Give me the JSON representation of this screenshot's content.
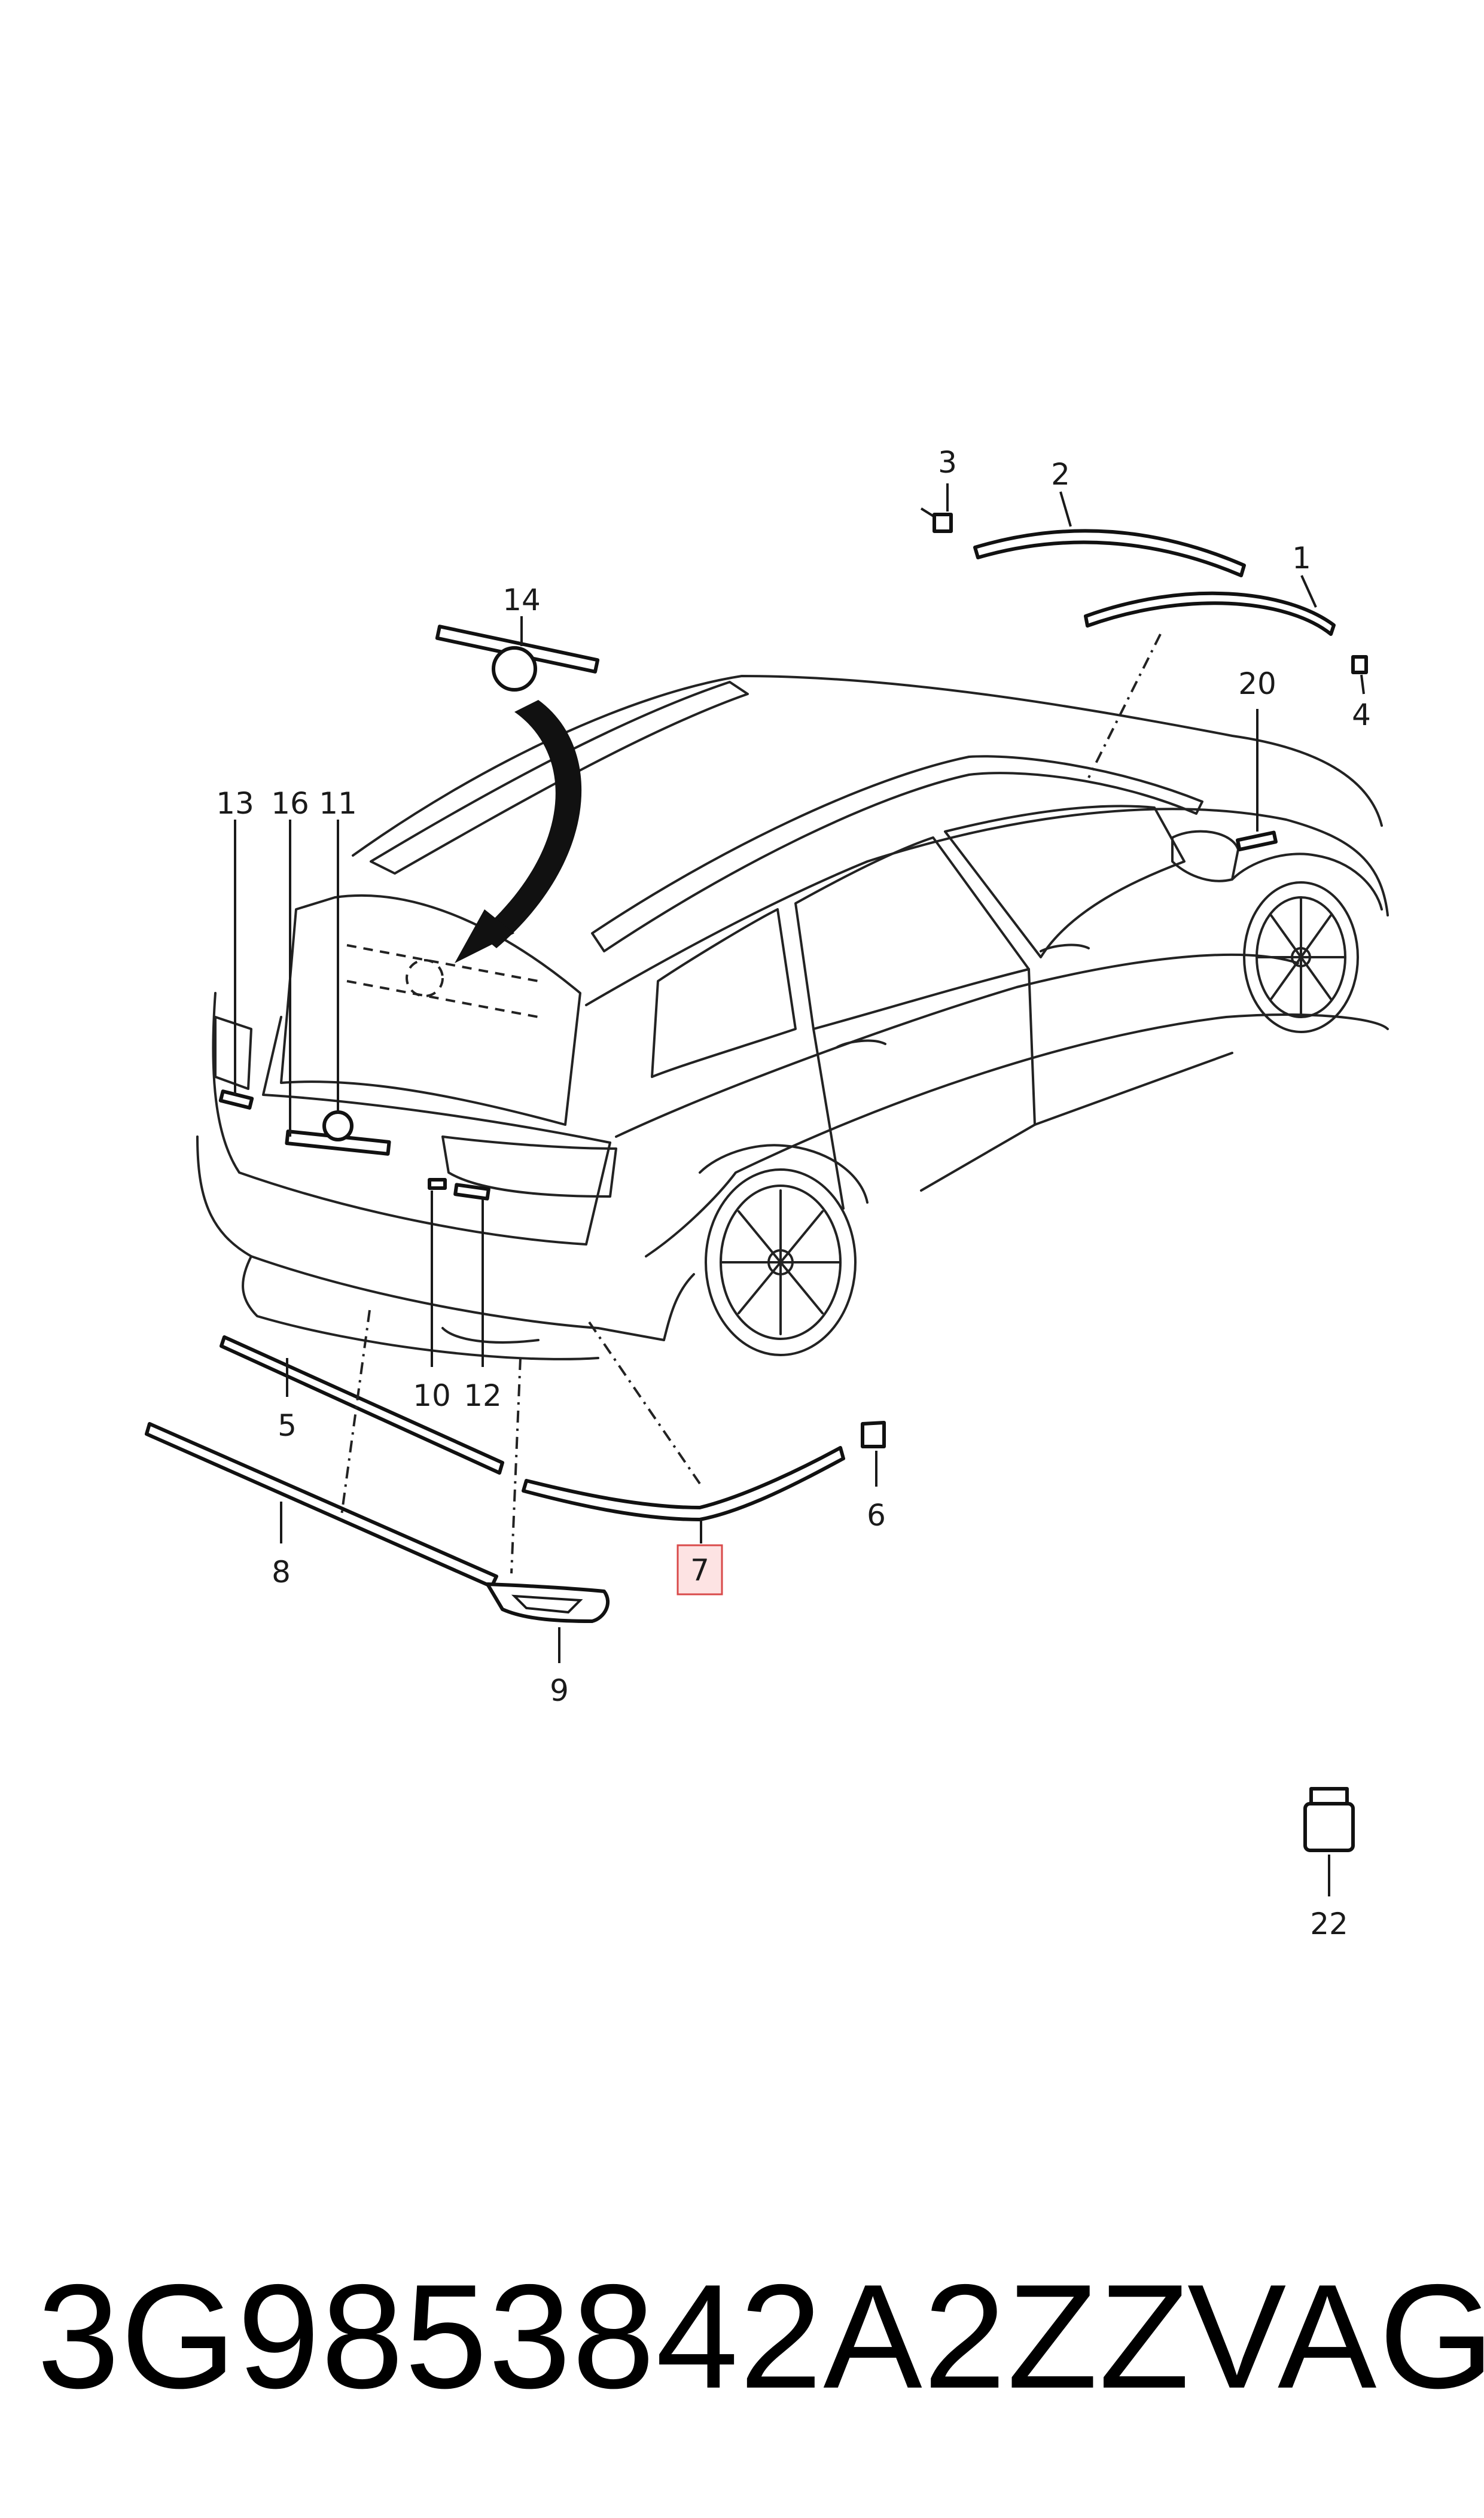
{
  "callouts": [
    {
      "id": "1",
      "label": "1"
    },
    {
      "id": "2",
      "label": "2"
    },
    {
      "id": "3",
      "label": "3"
    },
    {
      "id": "4",
      "label": "4"
    },
    {
      "id": "5",
      "label": "5"
    },
    {
      "id": "6",
      "label": "6"
    },
    {
      "id": "7",
      "label": "7"
    },
    {
      "id": "8",
      "label": "8"
    },
    {
      "id": "9",
      "label": "9"
    },
    {
      "id": "10",
      "label": "10"
    },
    {
      "id": "11",
      "label": "11"
    },
    {
      "id": "12",
      "label": "12"
    },
    {
      "id": "13",
      "label": "13"
    },
    {
      "id": "14",
      "label": "14"
    },
    {
      "id": "16",
      "label": "16"
    },
    {
      "id": "20",
      "label": "20"
    },
    {
      "id": "22",
      "label": "22"
    }
  ],
  "highlighted_callout": "7",
  "highlight_color": "#d94a4a",
  "footer": {
    "part_number": "3G9853842A2ZZ",
    "brand": "VAG"
  }
}
